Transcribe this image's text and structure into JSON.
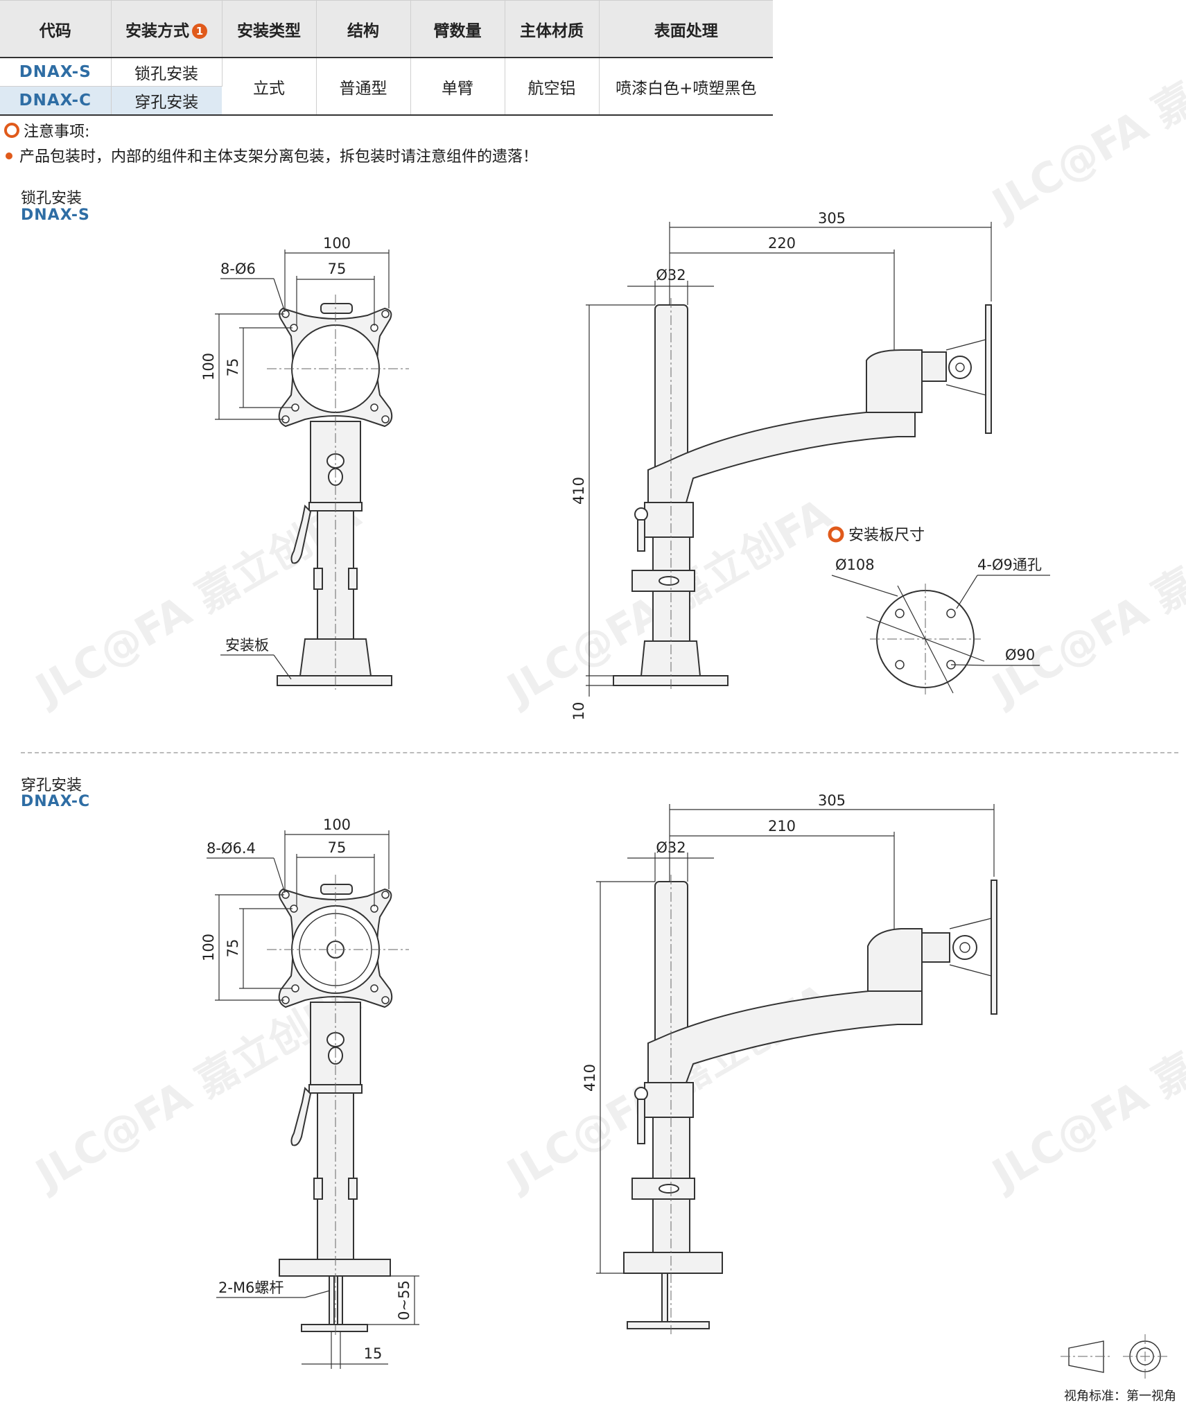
{
  "table": {
    "headers": [
      "代码",
      "安装方式",
      "安装类型",
      "结构",
      "臂数量",
      "主体材质",
      "表面处理"
    ],
    "note_marker": "1",
    "rows": [
      {
        "code": "DNAX-S",
        "mount": "锁孔安装"
      },
      {
        "code": "DNAX-C",
        "mount": "穿孔安装"
      }
    ],
    "shared": {
      "type": "立式",
      "structure": "普通型",
      "arms": "单臂",
      "material": "航空铝",
      "finish": "喷漆白色+喷塑黑色"
    }
  },
  "notes": {
    "heading": "注意事项:",
    "items": [
      "产品包装时，内部的组件和主体支架分离包装，拆包装时请注意组件的遗落！"
    ]
  },
  "section_s": {
    "title": "锁孔安装",
    "code": "DNAX-S",
    "front": {
      "dim_width_outer": "100",
      "dim_width_inner": "75",
      "holes": "8-Ø6",
      "dim_height_outer": "100",
      "dim_height_inner": "75",
      "base_label": "安装板"
    },
    "side": {
      "dim_reach_total": "305",
      "dim_reach_arm": "220",
      "dim_pole": "Ø32",
      "dim_height": "410",
      "dim_base": "10"
    },
    "plate": {
      "title": "安装板尺寸",
      "outer_dia": "Ø108",
      "holes": "4-Ø9通孔",
      "hole_circle": "Ø90"
    }
  },
  "section_c": {
    "title": "穿孔安装",
    "code": "DNAX-C",
    "front": {
      "dim_width_outer": "100",
      "dim_width_inner": "75",
      "holes": "8-Ø6.4",
      "dim_height_outer": "100",
      "dim_height_inner": "75",
      "bolts": "2-M6螺杆",
      "clamp_range": "0~55",
      "bolt_spacing": "15"
    },
    "side": {
      "dim_reach_total": "305",
      "dim_reach_arm": "210",
      "dim_pole": "Ø32",
      "dim_height": "410"
    }
  },
  "watermark": "JLC@FA 嘉立创FA",
  "view_standard": "视角标准：第一视角"
}
